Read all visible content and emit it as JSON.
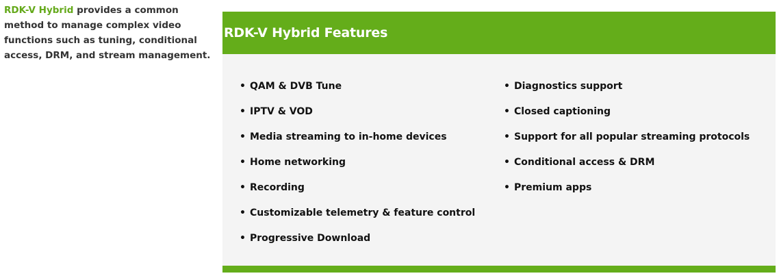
{
  "intro": {
    "brand": "RDK-V Hybrid",
    "text": " provides a common method to manage complex video functions such as tuning, conditional access, DRM, and stream management."
  },
  "panel": {
    "title": "RDK-V Hybrid Features",
    "bullet": "•",
    "left_features": [
      "QAM & DVB Tune",
      "IPTV & VOD",
      "Media streaming to in-home devices",
      "Home networking",
      "Recording",
      "Customizable telemetry & feature control",
      "Progressive Download"
    ],
    "right_features": [
      "Diagnostics support",
      "Closed captioning",
      "Support for all popular streaming protocols",
      "Conditional access & DRM",
      "Premium apps"
    ]
  },
  "colors": {
    "accent": "#64ad1a",
    "brand_text": "#64a91a",
    "panel_background": "#f4f4f4"
  }
}
